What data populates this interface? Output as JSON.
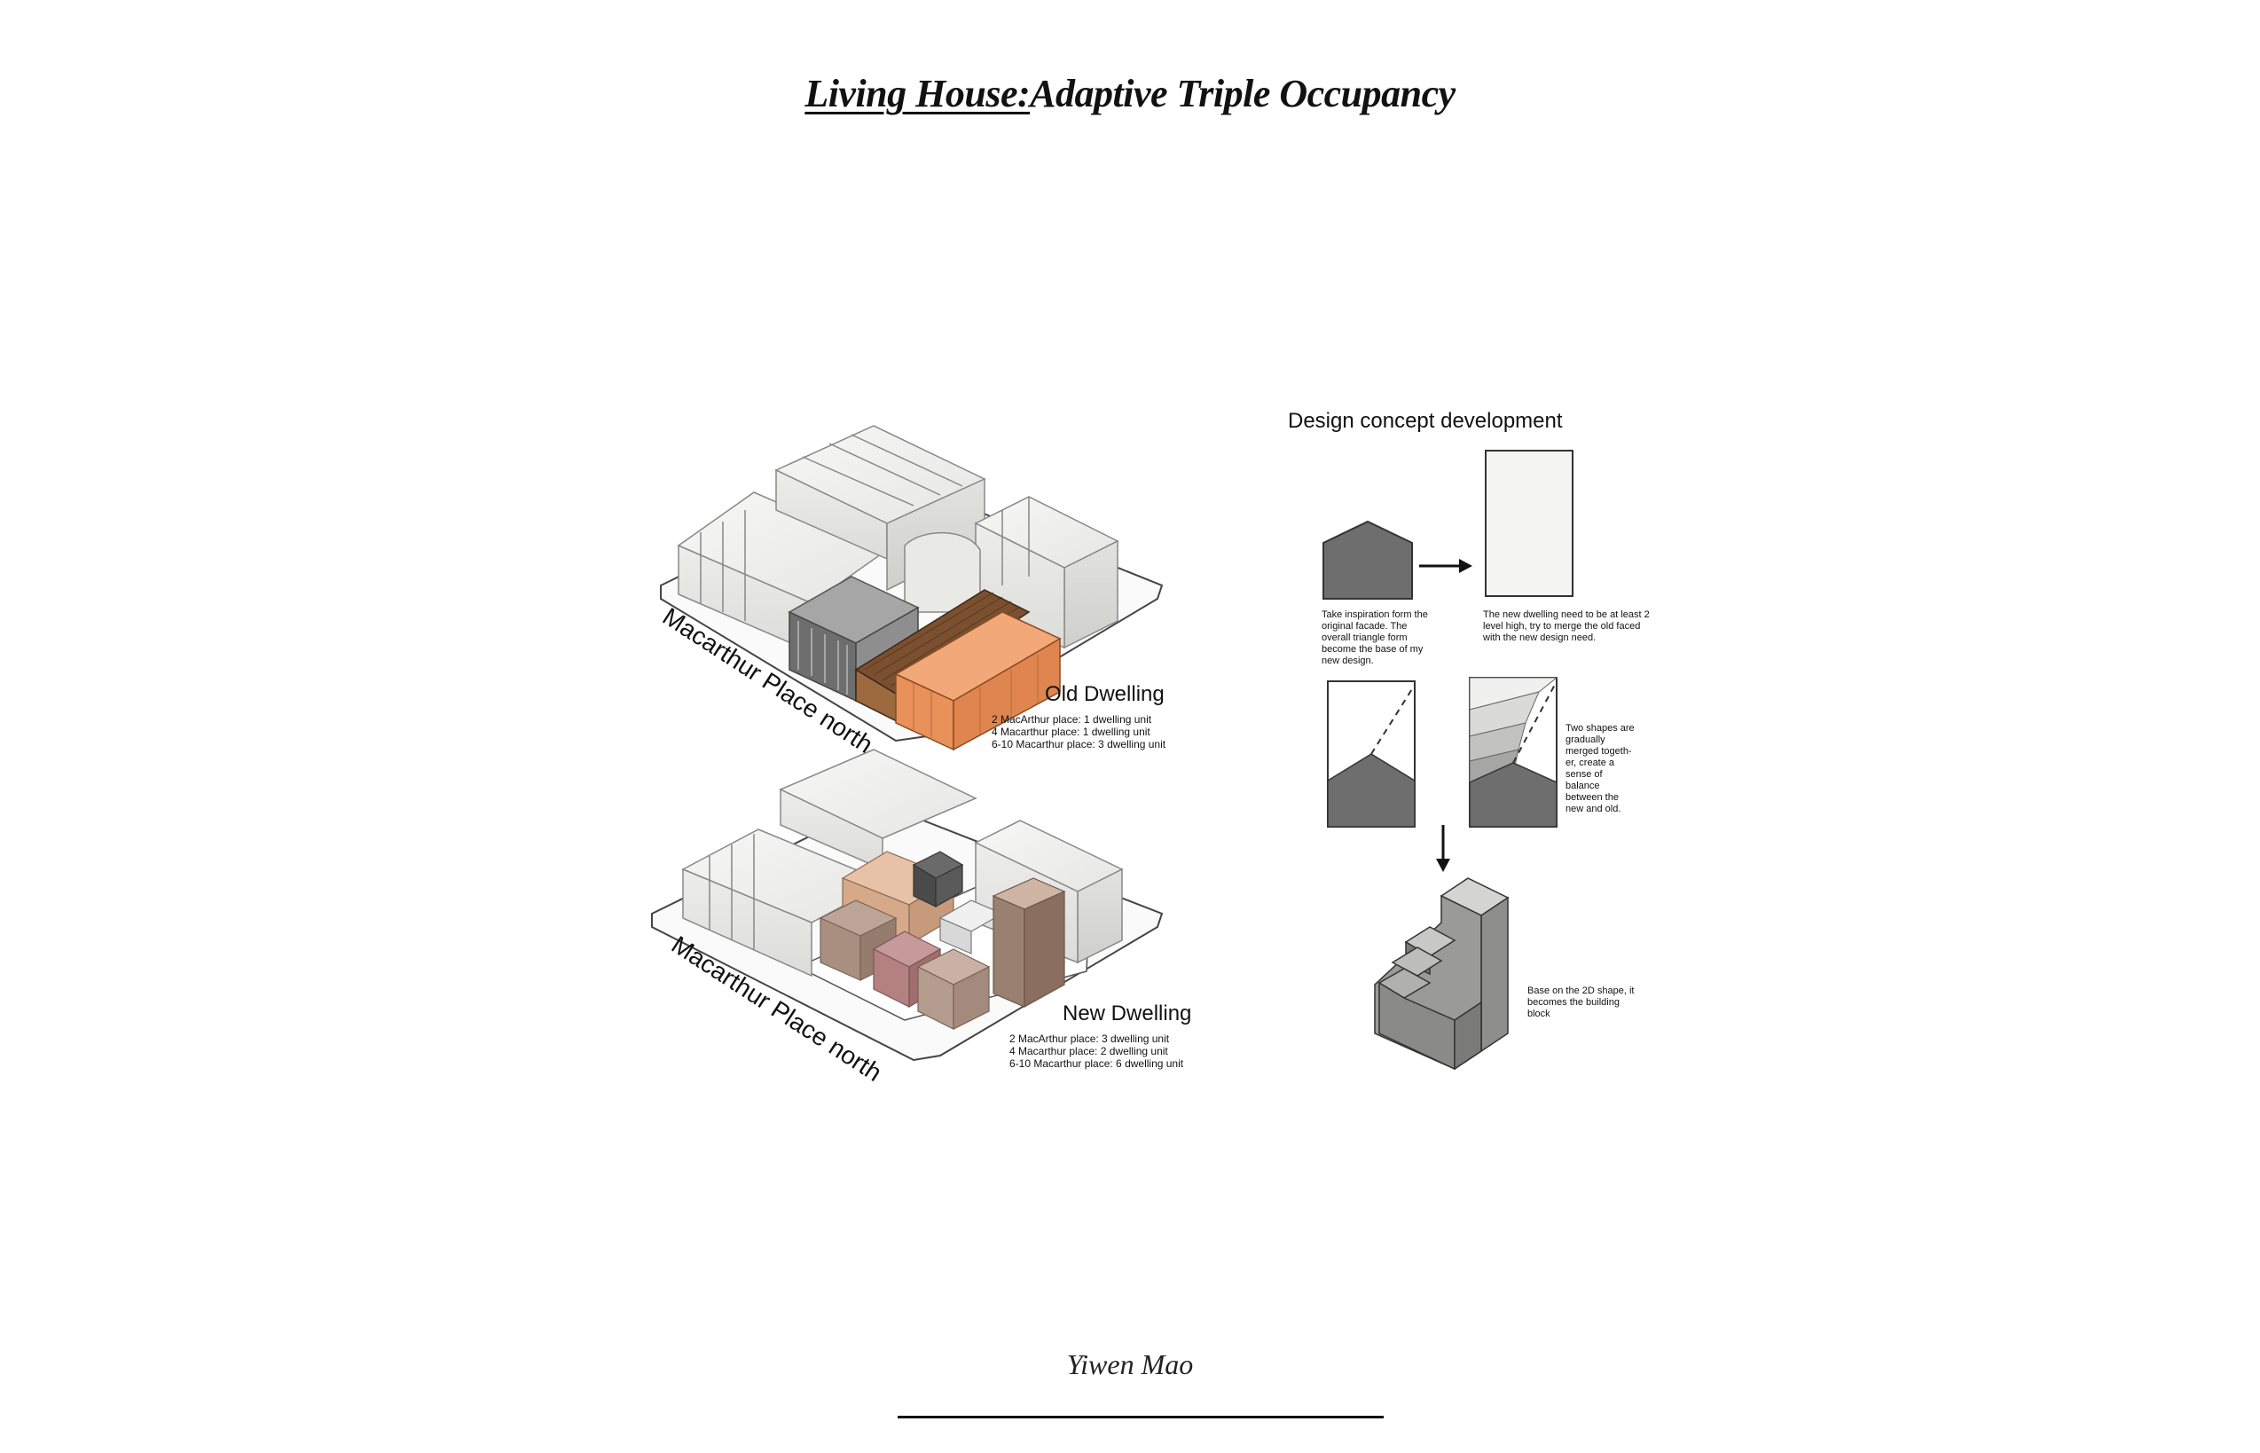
{
  "title": {
    "part1": "Living House:",
    "part2": "Adaptive Triple Occupancy"
  },
  "author": "Yiwen Mao",
  "old_block": {
    "street": "Macarthur Place north",
    "heading": "Old Dwelling",
    "lines": [
      "2 MacArthur place:  1 dwelling unit",
      "4 Macarthur place:  1 dwelling unit",
      "6-10 Macarthur place: 3 dwelling unit"
    ]
  },
  "new_block": {
    "street": "Macarthur Place north",
    "heading": "New Dwelling",
    "lines": [
      "2 MacArthur place:  3 dwelling unit",
      "4 Macarthur place:  2 dwelling unit",
      "6-10 Macarthur place: 6 dwelling unit"
    ]
  },
  "concept": {
    "heading": "Design concept development",
    "note1": [
      "Take inspiration form the",
      "original facade. The",
      "overall triangle form",
      "become the base of my",
      "new design."
    ],
    "note2": [
      "The new dwelling need to be at least 2",
      "level high, try to merge the old faced",
      "with the new design need."
    ],
    "note3": [
      "Two shapes are",
      "gradually",
      "merged togeth-",
      "er, create a",
      "sense of",
      "balance",
      "between the",
      "new and old."
    ],
    "note4": [
      "Base on the 2D shape, it",
      "becomes the building",
      "block"
    ]
  },
  "colors": {
    "orange": "#e8925a",
    "brown": "#7a5030",
    "grey": "#7a7a7a",
    "light": "#f2f2f0"
  }
}
